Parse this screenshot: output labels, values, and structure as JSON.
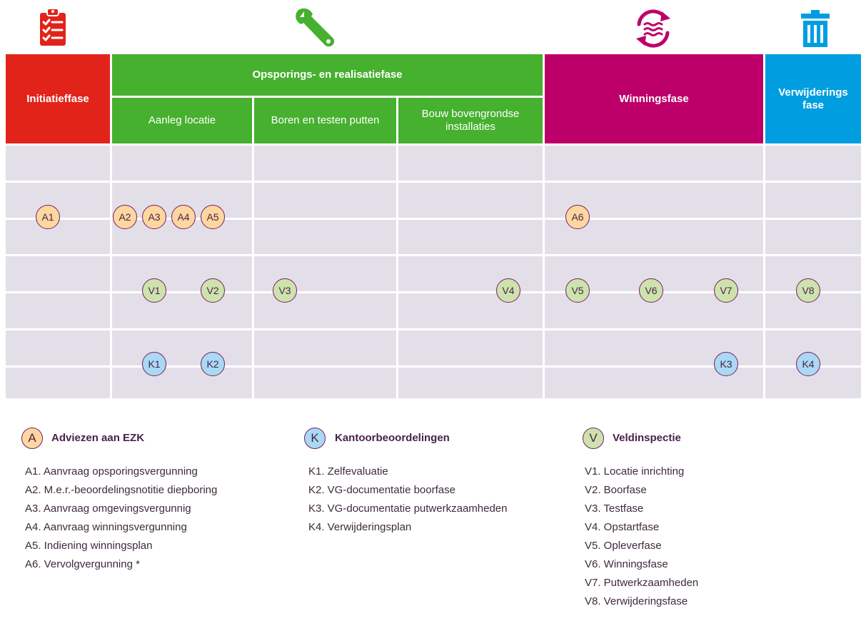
{
  "colors": {
    "initiatie": "#e2231a",
    "opsporing": "#46b02f",
    "winning": "#bd0069",
    "verwijdering": "#009ee0",
    "grid": "#e3dfe8",
    "advies": "#fdd7a0",
    "veld": "#cde3ad",
    "kantoor": "#a9d9f3"
  },
  "icons": {
    "initiatie": "clipboard-checklist-icon",
    "opsporing": "wrench-icon",
    "winning": "circular-arrows-water-icon",
    "verwijdering": "trash-bin-icon"
  },
  "phases": {
    "initiatie": "Initiatieffase",
    "opsporing": "Opsporings- en realisatiefase",
    "winning": "Winningsfase",
    "verwijdering_line1": "Verwijderings",
    "verwijdering_line2": "fase"
  },
  "subphases": {
    "aanleg": "Aanleg locatie",
    "boren": "Boren en testen putten",
    "bouw_line1": "Bouw bovengrondse",
    "bouw_line2": "installaties"
  },
  "bubbles": {
    "a1": "A1",
    "a2": "A2",
    "a3": "A3",
    "a4": "A4",
    "a5": "A5",
    "a6": "A6",
    "v1": "V1",
    "v2": "V2",
    "v3": "V3",
    "v4": "V4",
    "v5": "V5",
    "v6": "V6",
    "v7": "V7",
    "v8": "V8",
    "k1": "K1",
    "k2": "K2",
    "k3": "K3",
    "k4": "K4"
  },
  "legend": {
    "advies": {
      "letter": "A",
      "title": "Adviezen aan EZK",
      "items": [
        "A1. Aanvraag opsporingsvergunning",
        "A2. M.e.r.-beoordelingsnotitie diepboring",
        "A3. Aanvraag omgevingsvergunnig",
        "A4. Aanvraag winningsvergunning",
        "A5. Indiening winningsplan",
        "A6. Vervolgvergunning *"
      ]
    },
    "kantoor": {
      "letter": "K",
      "title": "Kantoorbeoordelingen",
      "items": [
        "K1. Zelfevaluatie",
        "K2. VG-documentatie boorfase",
        "K3. VG-documentatie putwerkzaamheden",
        "K4. Verwijderingsplan"
      ]
    },
    "veld": {
      "letter": "V",
      "title": "Veldinspectie",
      "items": [
        "V1. Locatie inrichting",
        "V2. Boorfase",
        "V3. Testfase",
        "V4. Opstartfase",
        "V5. Opleverfase",
        "V6. Winningsfase",
        "V7. Putwerkzaamheden",
        "V8. Verwijderingsfase"
      ]
    }
  }
}
